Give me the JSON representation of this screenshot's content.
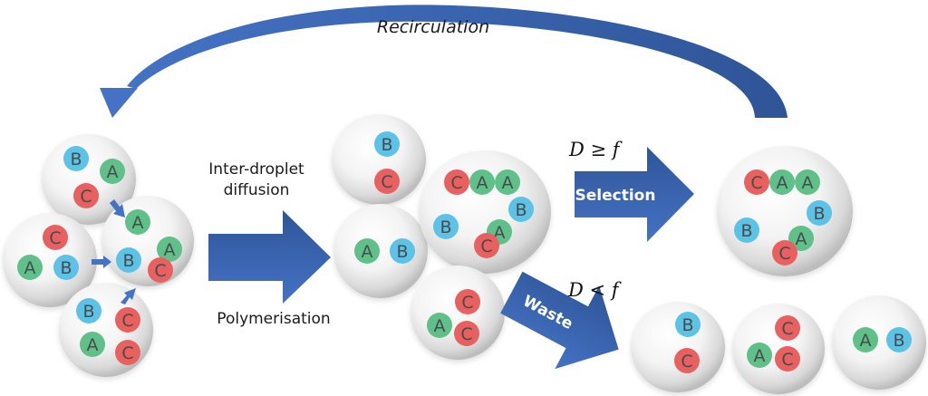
{
  "labels": {
    "recirculation": "Recirculation",
    "inter_droplet_line1": "Inter-droplet",
    "inter_droplet_line2": "diffusion",
    "polymerisation": "Polymerisation",
    "selection": "Selection",
    "waste": "Waste",
    "condition_select": "D  ≥ f",
    "condition_waste": "D  < f"
  },
  "colors": {
    "A": "#5fc08a",
    "B": "#5cc3e6",
    "C": "#e8605f",
    "arrow": "#3f67b8",
    "arrow_dark": "#2f5597",
    "droplet": "#f2f2f2"
  },
  "stages": {
    "initial_droplets": [
      {
        "id": "top",
        "molecules": [
          "B",
          "A",
          "C"
        ]
      },
      {
        "id": "left",
        "molecules": [
          "C",
          "A",
          "B"
        ]
      },
      {
        "id": "center",
        "molecules": [
          "A",
          "A",
          "B",
          "C"
        ]
      },
      {
        "id": "bottom",
        "molecules": [
          "B",
          "C",
          "A",
          "C"
        ]
      }
    ],
    "after_polymerisation": [
      {
        "id": "bc",
        "molecules": [
          "B",
          "C"
        ]
      },
      {
        "id": "ab",
        "molecules": [
          "A",
          "B"
        ]
      },
      {
        "id": "large",
        "molecules": [
          "C",
          "A",
          "A",
          "B",
          "B",
          "A",
          "C"
        ]
      },
      {
        "id": "acc",
        "molecules": [
          "C",
          "A",
          "C"
        ]
      }
    ],
    "selected": [
      {
        "id": "selected-large",
        "molecules": [
          "C",
          "A",
          "A",
          "B",
          "B",
          "A",
          "C"
        ]
      }
    ],
    "waste": [
      {
        "id": "waste-bc",
        "molecules": [
          "B",
          "C"
        ]
      },
      {
        "id": "waste-acc",
        "molecules": [
          "C",
          "A",
          "C"
        ]
      },
      {
        "id": "waste-ab",
        "molecules": [
          "A",
          "B"
        ]
      }
    ]
  }
}
